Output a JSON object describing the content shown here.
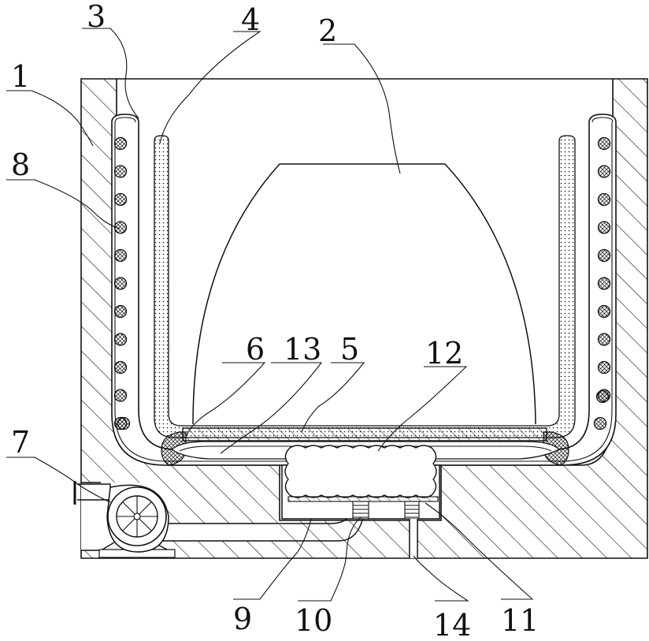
{
  "figure": {
    "labels": {
      "l1": "1",
      "l2": "2",
      "l3": "3",
      "l4": "4",
      "l5": "5",
      "l6": "6",
      "l7": "7",
      "l8": "8",
      "l9": "9",
      "l10": "10",
      "l11": "11",
      "l12": "12",
      "l13": "13",
      "l14": "14"
    }
  }
}
